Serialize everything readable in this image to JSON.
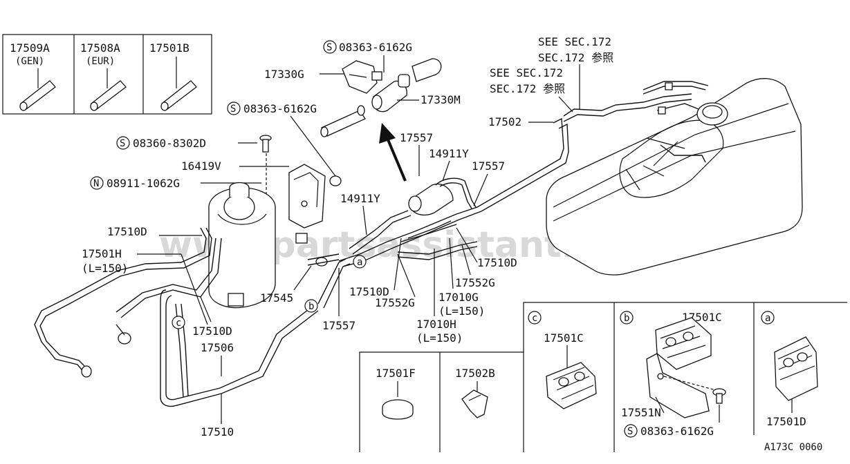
{
  "watermark": "www.partsassistant.com",
  "code": "A173C 0060",
  "inset_top": [
    {
      "num": "17509A",
      "sub": "(GEN)"
    },
    {
      "num": "17508A",
      "sub": "(EUR)"
    },
    {
      "num": "17501B",
      "sub": ""
    }
  ],
  "see_sec": {
    "a1": "SEE SEC.172",
    "a2": "SEC.172 参照",
    "b1": "SEE SEC.172",
    "b2": "SEC.172 参照"
  },
  "symbols": {
    "s": "S",
    "n": "N",
    "a": "a",
    "b": "b",
    "c": "c"
  },
  "labels": {
    "bolt_top": "08363-6162G",
    "p17330G": "17330G",
    "p17330M": "17330M",
    "bolt_mid": "08363-6162G",
    "bolt_left": "08360-8302D",
    "p16419V": "16419V",
    "nut": "08911-1062G",
    "p17502": "17502",
    "p17557a": "17557",
    "p14911Ya": "14911Y",
    "p17557b": "17557",
    "p14911Yb": "14911Y",
    "p17510Da": "17510D",
    "p17501H": "17501H",
    "p17501H_len": "(L=150)",
    "p17510Db": "17510D",
    "p17552Ga": "17552G",
    "p17510Dc": "17510D",
    "p17552Gb": "17552G",
    "p17010G": "17010G",
    "p17010G_len": "(L=150)",
    "p17545": "17545",
    "p17557c": "17557",
    "p17010H": "17010H",
    "p17010H_len": "(L=150)",
    "p17510Dd": "17510D",
    "p17506": "17506",
    "p17510": "17510"
  },
  "insets_bottom": {
    "f": "17501F",
    "b2": "17502B",
    "c": "17501C",
    "b_clip": "17501C",
    "b_bracket": "17551N",
    "b_bolt": "08363-6162G",
    "a": "17501D"
  }
}
